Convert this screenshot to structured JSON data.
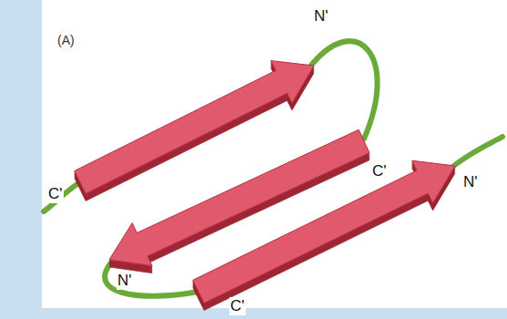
{
  "diagram": {
    "labels": [
      "(A)",
      "N'",
      "C'",
      "N'",
      "C'",
      "N'",
      "C'"
    ]
  }
}
